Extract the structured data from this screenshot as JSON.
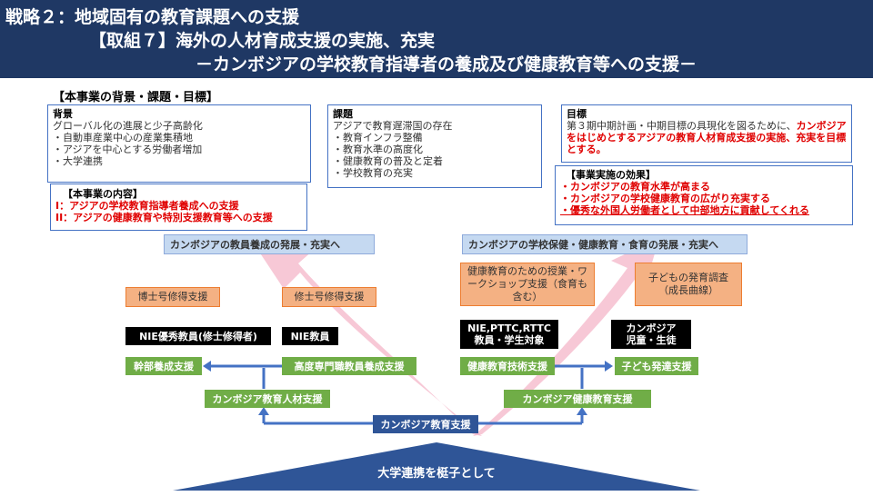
{
  "header": {
    "line1": "戦略２：地域固有の教育課題への支援",
    "line2": "【取組７】海外の人材育成支援の実施、充実",
    "line3": "－カンボジアの学校教育指導者の養成及び健康教育等への支援－"
  },
  "section_title": "【本事業の背景・課題・目標】",
  "background": {
    "title": "背景",
    "lines": [
      "グローバル化の進展と少子高齢化",
      "・自動車産業中心の産業集積地",
      "・アジアを中心とする労働者増加",
      "・大学連携"
    ]
  },
  "content": {
    "title": "【本事業の内容】",
    "item1": "I：アジアの学校教育指導者養成への支援",
    "item2": "II：アジアの健康教育や特別支援教育等への支援"
  },
  "issues": {
    "title": "課題",
    "lines": [
      "アジアで教育遅滞国の存在",
      "・教育インフラ整備",
      "・教育水準の高度化",
      "・健康教育の普及と定着",
      "・学校教育の充実"
    ]
  },
  "goal": {
    "title": "目標",
    "text_normal": "第３期中期計画・中期目標の具現化を図るために、",
    "text_red": "カンボジアをはじめとするアジアの教育人材育成支援の実施、充実を目標とする。"
  },
  "effects": {
    "title": "【事業実施の効果】",
    "item1": "・カンボジアの教育水準が高まる",
    "item2": "・カンボジアの学校健康教育の広がり充実する",
    "item3": "・優秀な外国人労働者として中部地方に貢献してくれる"
  },
  "diagram": {
    "left_top": "カンボジアの教員養成の発展・充実へ",
    "right_top": "カンボジアの学校保健・健康教育・食育の発展・充実へ",
    "doctor": "博士号修得支援",
    "master": "修士号修得支援",
    "nie_excellent": "NIE優秀教員(修士修得者)",
    "nie_teacher": "NIE教員",
    "leader_training": "幹部養成支援",
    "advanced_training": "高度専門職教員養成支援",
    "cambodia_hr": "カンボジア教育人材支援",
    "health_class": "健康教育のための授業・ワークショップ支援（食育も含む）",
    "child_survey": "子どもの発育調査（成長曲線）",
    "nie_pttc_line1": "NIE,PTTC,RTTC",
    "nie_pttc_line2": "教員・学生対象",
    "cambodia_kids_line1": "カンボジア",
    "cambodia_kids_line2": "児童・生徒",
    "health_tech": "健康教育技術支援",
    "child_dev": "子ども発達支援",
    "cambodia_health": "カンボジア健康教育支援",
    "cambodia_edu": "カンボジア教育支援",
    "foundation": "大学連携を梃子として"
  },
  "colors": {
    "header_bg": "#1f3864",
    "accent_red": "#e00000",
    "green": "#70ad47",
    "orange": "#f4b183",
    "light_blue": "#c5d9f1",
    "navy": "#2f5597",
    "pink_arrow": "#f4b6c8"
  }
}
